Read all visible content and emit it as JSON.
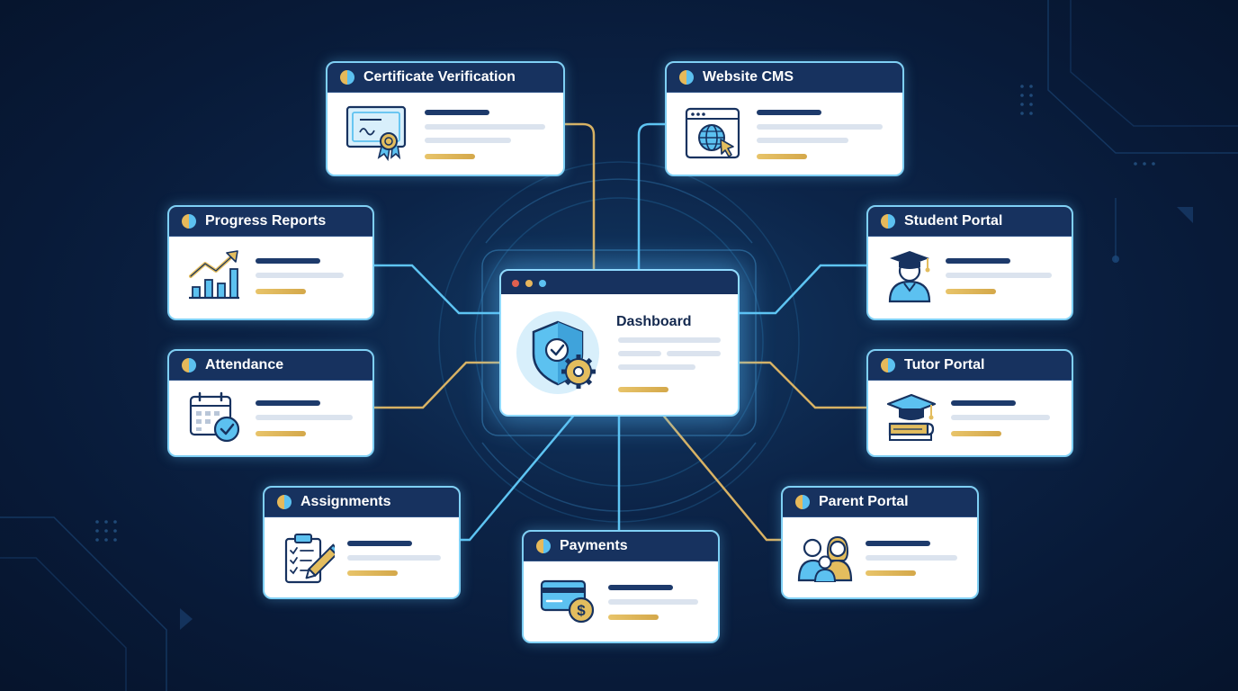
{
  "colors": {
    "background": "#081a38",
    "card_header": "#17325f",
    "card_border": "#7fd0f5",
    "connector_blue": "#5ec4f2",
    "connector_gold": "#d8b264",
    "accent_gold": "#e3bd5e",
    "accent_blue": "#5cc1f0"
  },
  "hub": {
    "title": "Dashboard",
    "icon": "shield-gear-icon",
    "window_dots": [
      "#e0604f",
      "#e8b65c",
      "#5cc1f0"
    ]
  },
  "modules": [
    {
      "key": "certificate",
      "title": "Certificate Verification",
      "icon": "certificate-icon",
      "connector": "gold"
    },
    {
      "key": "website",
      "title": "Website CMS",
      "icon": "globe-cursor-icon",
      "connector": "blue"
    },
    {
      "key": "progress",
      "title": "Progress Reports",
      "icon": "growth-chart-icon",
      "connector": "blue"
    },
    {
      "key": "student",
      "title": "Student Portal",
      "icon": "graduate-icon",
      "connector": "blue"
    },
    {
      "key": "attendance",
      "title": "Attendance",
      "icon": "calendar-check-icon",
      "connector": "gold"
    },
    {
      "key": "tutor",
      "title": "Tutor Portal",
      "icon": "graduation-cap-book-icon",
      "connector": "gold"
    },
    {
      "key": "assignments",
      "title": "Assignments",
      "icon": "clipboard-pencil-icon",
      "connector": "blue"
    },
    {
      "key": "payments",
      "title": "Payments",
      "icon": "credit-card-dollar-icon",
      "connector": "blue"
    },
    {
      "key": "parent",
      "title": "Parent Portal",
      "icon": "family-icon",
      "connector": "gold"
    }
  ]
}
